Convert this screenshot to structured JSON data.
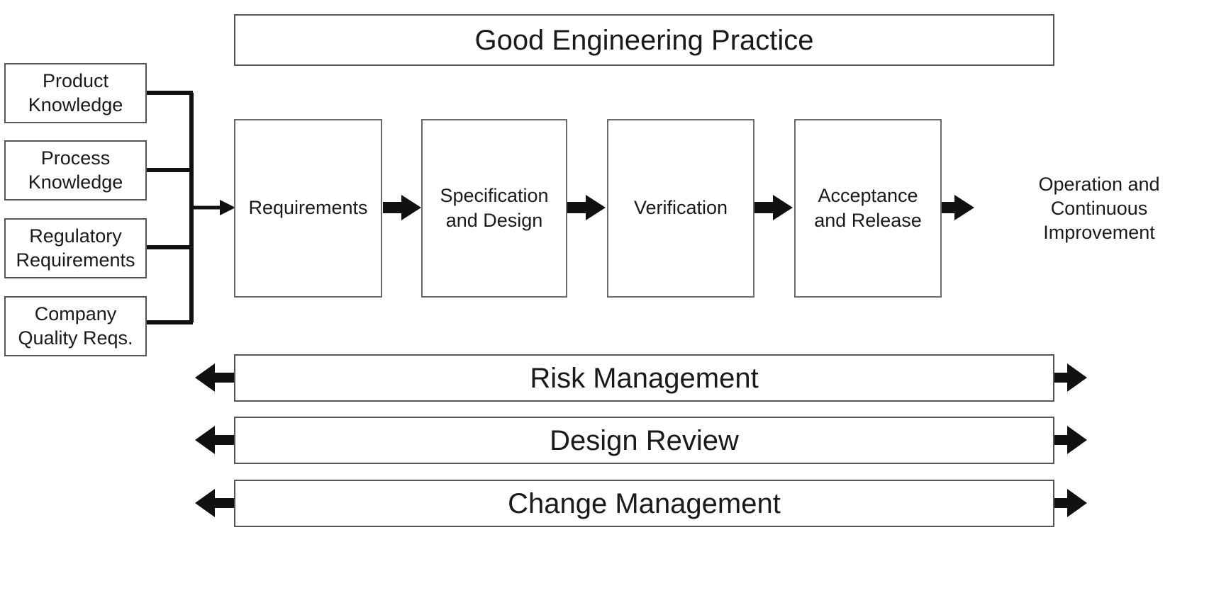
{
  "diagram": {
    "title": "Good Engineering Practice",
    "banner": {
      "label": "Good Engineering Practice"
    },
    "inputs": [
      {
        "label": "Product\nKnowledge",
        "line1": "Product",
        "line2": "Knowledge"
      },
      {
        "label": "Process\nKnowledge",
        "line1": "Process",
        "line2": "Knowledge"
      },
      {
        "label": "Regulatory\nRequirements",
        "line1": "Regulatory",
        "line2": "Requirements"
      },
      {
        "label": "Company\nQuality Reqs.",
        "line1": "Company",
        "line2": "Quality Reqs."
      }
    ],
    "stages": [
      {
        "label": "Requirements",
        "line1": "Requirements",
        "line2": ""
      },
      {
        "label": "Specification and Design",
        "line1": "Specification",
        "line2": "and Design"
      },
      {
        "label": "Verification",
        "line1": "Verification",
        "line2": ""
      },
      {
        "label": "Acceptance and Release",
        "line1": "Acceptance",
        "line2": "and Release"
      }
    ],
    "outcome": {
      "line1": "Operation and",
      "line2": "Continuous",
      "line3": "Improvement"
    },
    "bars": [
      {
        "label": "Risk Management"
      },
      {
        "label": "Design Review"
      },
      {
        "label": "Change Management"
      }
    ],
    "colors": {
      "stroke": "#555555",
      "arrow": "#111111",
      "background": "#ffffff",
      "text": "#1a1a1a"
    }
  }
}
